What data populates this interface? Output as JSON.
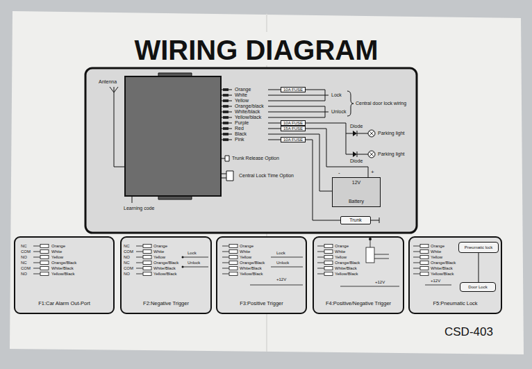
{
  "diagram": {
    "title": "WIRING DIAGRAM",
    "nodes": [
      {
        "text": [
          "10A FUSE"
        ]
      },
      {
        "text": [
          "10A FUSE"
        ]
      },
      {
        "text": [
          "15A FUSE"
        ]
      },
      {
        "text": [
          "10A FUSE"
        ]
      },
      {
        "text": [
          "12V",
          "Battery"
        ]
      },
      {
        "text": [
          "Trunk"
        ]
      },
      {
        "text": [
          "F1:Car Alarm Out-Port"
        ]
      },
      {
        "text": [
          "F2:Negative Trigger"
        ]
      },
      {
        "text": [
          "F3:Positive Trigger"
        ]
      },
      {
        "text": [
          "F4:Positive/Negative Trigger"
        ]
      },
      {
        "text": [
          "F5:Pneumatic Lock"
        ]
      },
      {
        "text": [
          "Pneumatic lock"
        ],
        "in": 10
      },
      {
        "text": [
          "Door Lock"
        ],
        "in": 10
      }
    ],
    "edges": [
      {
        "from": 2,
        "to": 4,
        "arrow": "none"
      },
      {
        "from": 3,
        "to": 5,
        "arrow": "none"
      },
      {
        "from": 11,
        "to": 12,
        "arrow": "none"
      }
    ],
    "labels": [
      "Antenna",
      "Orange",
      "White",
      "Yellow",
      "Orange/black",
      "White/black",
      "Yellow/black",
      "Purple",
      "Red",
      "Black",
      "Pink",
      "Lock",
      "Unlock",
      "Central door lock wiring",
      "Diode",
      "Parking light",
      "Parking light",
      "Diode",
      "-",
      "+",
      "Trunk Release Option",
      "Central Lock Time Option",
      "Learning code",
      "NC",
      "COM",
      "NO",
      "NC",
      "COM",
      "NO",
      "Orange",
      "White",
      "Yellow",
      "Orange/Black",
      "White/Black",
      "Yellow/Black",
      "NC",
      "COM",
      "NO",
      "NC",
      "COM",
      "NO",
      "Orange",
      "White",
      "Yellow",
      "Orange/Black",
      "White/Black",
      "Yellow/Black",
      "Lock",
      "Unlock",
      "Orange",
      "White",
      "Yellow",
      "Orange/Black",
      "White/Black",
      "Yellow/Black",
      "Lock",
      "Unlock",
      "+12V",
      "Orange",
      "White",
      "Yellow",
      "Orange/Black",
      "White/Black",
      "Yellow/Black",
      "+12V",
      "Orange",
      "White",
      "Yellow",
      "Orange/Black",
      "White/Black",
      "Yellow/Black",
      "+12V",
      "CSD-403"
    ]
  }
}
